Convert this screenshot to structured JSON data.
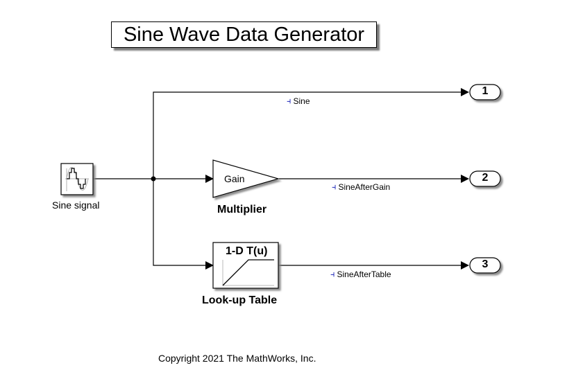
{
  "title": "Sine Wave Data Generator",
  "blocks": {
    "source": {
      "label": "Sine signal",
      "icon": "sine-wave-icon"
    },
    "gain": {
      "text": "Gain",
      "label": "Multiplier",
      "icon": "gain-triangle-icon"
    },
    "lookup": {
      "text": "1-D T(u)",
      "label": "Look-up Table",
      "icon": "lookup-table-icon"
    }
  },
  "outports": [
    {
      "number": "1"
    },
    {
      "number": "2"
    },
    {
      "number": "3"
    }
  ],
  "signals": [
    {
      "name": "Sine",
      "icon": "signal-logging-icon",
      "glyph": "⫞"
    },
    {
      "name": "SineAfterGain",
      "icon": "signal-logging-icon",
      "glyph": "⫞"
    },
    {
      "name": "SineAfterTable",
      "icon": "signal-logging-icon",
      "glyph": "⫞"
    }
  ],
  "footer": {
    "copyright": "Copyright 2021 The MathWorks, Inc."
  },
  "colors": {
    "line": "#000000",
    "logging_icon": "#1a24b8",
    "shadow": "#7a7a7a"
  }
}
